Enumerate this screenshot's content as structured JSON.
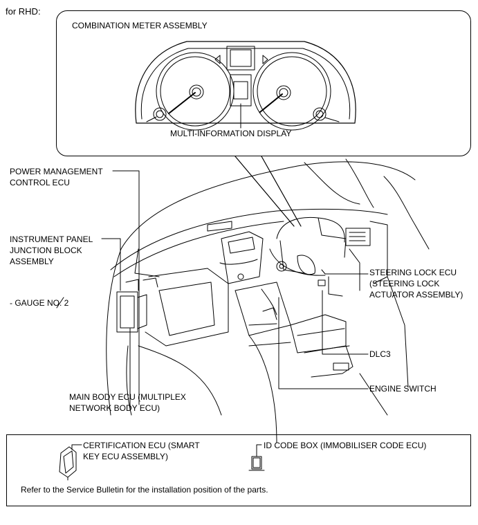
{
  "header": {
    "variant_label": "for RHD:"
  },
  "callout": {
    "title": "COMBINATION METER ASSEMBLY",
    "display_label": "MULTI-INFORMATION DISPLAY"
  },
  "labels": {
    "power_mgmt": [
      "POWER MANAGEMENT",
      "CONTROL ECU"
    ],
    "instrument_jb": [
      "INSTRUMENT PANEL",
      "JUNCTION BLOCK",
      "ASSEMBLY"
    ],
    "gauge": "- GAUGE NO. 2",
    "steering_lock": [
      "STEERING LOCK ECU",
      "(STEERING LOCK",
      "ACTUATOR ASSEMBLY)"
    ],
    "dlc3": "DLC3",
    "engine_switch": "ENGINE SWITCH",
    "main_body": [
      "MAIN BODY ECU (MULTIPLEX",
      "NETWORK BODY ECU)"
    ]
  },
  "legend": {
    "certification": [
      "CERTIFICATION ECU (SMART",
      "KEY ECU ASSEMBLY)"
    ],
    "id_code": "ID CODE BOX (IMMOBILISER CODE ECU)",
    "note": "Refer to the Service Bulletin for the installation position of the parts."
  }
}
